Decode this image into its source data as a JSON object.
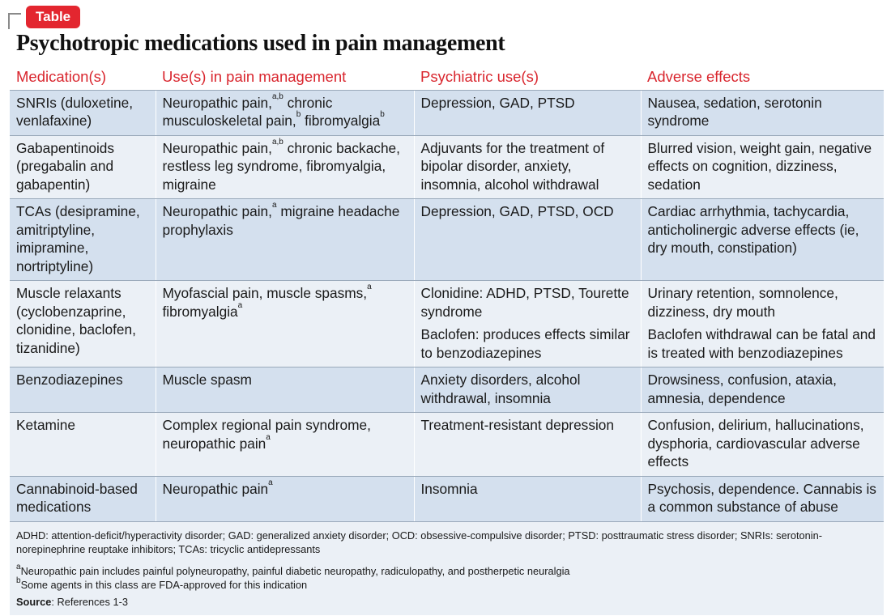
{
  "badge": "Table",
  "title": "Psychotropic medications used in pain management",
  "headers": [
    "Medication(s)",
    "Use(s) in pain management",
    "Psychiatric use(s)",
    "Adverse effects"
  ],
  "rows": [
    {
      "med": [
        "SNRIs (duloxetine, venlafaxine)"
      ],
      "use": [
        [
          {
            "t": "Neuropathic pain,"
          },
          {
            "s": "a,b"
          },
          {
            "t": " chronic musculoskeletal pain,"
          },
          {
            "s": "b"
          },
          {
            "t": " fibromyalgia"
          },
          {
            "s": "b"
          }
        ]
      ],
      "psych": [
        "Depression, GAD, PTSD"
      ],
      "adverse": [
        "Nausea, sedation, serotonin syndrome"
      ]
    },
    {
      "med": [
        "Gabapentinoids (pregabalin and gabapentin)"
      ],
      "use": [
        [
          {
            "t": "Neuropathic pain,"
          },
          {
            "s": "a,b"
          },
          {
            "t": " chronic backache, restless leg syndrome, fibromyalgia, migraine"
          }
        ]
      ],
      "psych": [
        "Adjuvants for the treatment of bipolar disorder, anxiety, insomnia, alcohol withdrawal"
      ],
      "adverse": [
        "Blurred vision, weight gain, negative effects on cognition, dizziness, sedation"
      ]
    },
    {
      "med": [
        "TCAs (desipramine, amitriptyline, imipramine, nortriptyline)"
      ],
      "use": [
        [
          {
            "t": "Neuropathic pain,"
          },
          {
            "s": "a"
          },
          {
            "t": " migraine headache prophylaxis"
          }
        ]
      ],
      "psych": [
        "Depression, GAD, PTSD, OCD"
      ],
      "adverse": [
        "Cardiac arrhythmia, tachycardia, anticholinergic adverse effects (ie, dry mouth, constipation)"
      ]
    },
    {
      "med": [
        "Muscle relaxants (cyclobenzaprine, clonidine, baclofen, tizanidine)"
      ],
      "use": [
        [
          {
            "t": "Myofascial pain, muscle spasms,"
          },
          {
            "s": "a"
          },
          {
            "t": " fibromyalgia"
          },
          {
            "s": "a"
          }
        ]
      ],
      "psych": [
        "Clonidine: ADHD, PTSD, Tourette syndrome",
        "Baclofen: produces effects similar to benzodiazepines"
      ],
      "adverse": [
        "Urinary retention, somnolence, dizziness, dry mouth",
        "Baclofen withdrawal can be fatal and is treated with benzodiazepines"
      ]
    },
    {
      "med": [
        "Benzodiazepines"
      ],
      "use": [
        [
          {
            "t": "Muscle spasm"
          }
        ]
      ],
      "psych": [
        "Anxiety disorders, alcohol withdrawal, insomnia"
      ],
      "adverse": [
        "Drowsiness, confusion, ataxia, amnesia, dependence"
      ]
    },
    {
      "med": [
        "Ketamine"
      ],
      "use": [
        [
          {
            "t": "Complex regional pain syndrome, neuropathic pain"
          },
          {
            "s": "a"
          }
        ]
      ],
      "psych": [
        "Treatment-resistant depression"
      ],
      "adverse": [
        "Confusion, delirium, hallucinations, dysphoria, cardiovascular adverse effects"
      ]
    },
    {
      "med": [
        "Cannabinoid-based medications"
      ],
      "use": [
        [
          {
            "t": "Neuropathic pain"
          },
          {
            "s": "a"
          }
        ]
      ],
      "psych": [
        "Insomnia"
      ],
      "adverse": [
        "Psychosis, dependence. Cannabis is a common substance of abuse"
      ]
    }
  ],
  "footnotes": {
    "abbreviations": "ADHD: attention-deficit/hyperactivity disorder; GAD: generalized anxiety disorder; OCD: obsessive-compulsive disorder; PTSD: posttraumatic stress disorder; SNRIs: serotonin-norepinephrine reuptake inhibitors; TCAs: tricyclic antidepressants",
    "note_a_mark": "a",
    "note_a": "Neuropathic pain includes painful polyneuropathy, painful diabetic neuropathy, radiculopathy, and postherpetic neuralgia",
    "note_b_mark": "b",
    "note_b": "Some agents in this class are FDA-approved for this indication",
    "source_label": "Source",
    "source_text": ": References 1-3"
  }
}
